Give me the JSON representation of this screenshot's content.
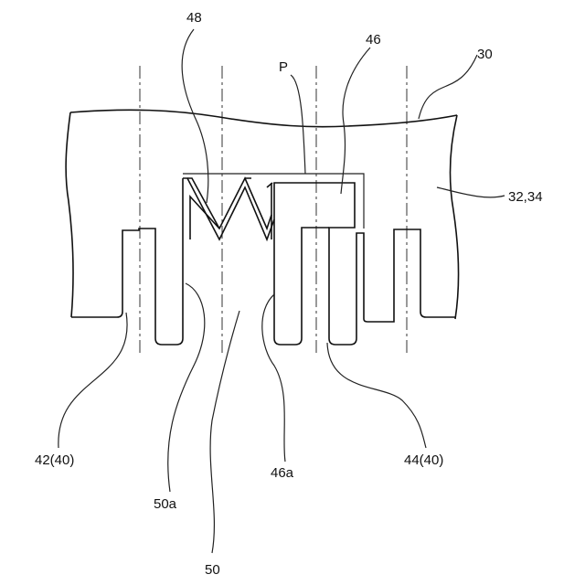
{
  "labels": {
    "ref_48": "48",
    "ref_p": "P",
    "ref_46": "46",
    "ref_30": "30",
    "ref_32_34": "32,34",
    "ref_42_40": "42(40)",
    "ref_46a": "46a",
    "ref_44_40": "44(40)",
    "ref_50a": "50a",
    "ref_50": "50"
  }
}
